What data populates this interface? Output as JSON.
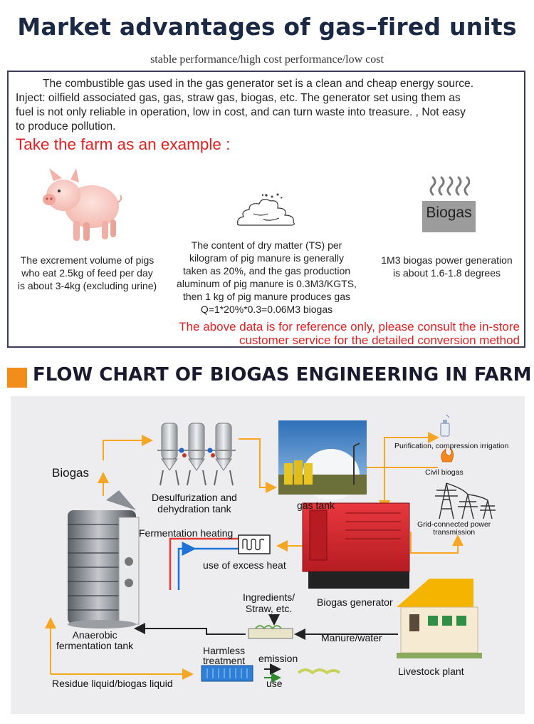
{
  "header": {
    "title": "Market advantages of gas–fired units",
    "subtitle": "stable performance/high cost performance/low cost"
  },
  "intro": {
    "line1": "The combustible gas used in the gas generator set is a clean and cheap energy source.",
    "line2": "Inject: oilfield associated gas, gas, straw gas, biogas, etc. The generator set using them as",
    "line3": "fuel is not only reliable in operation, low in cost, and can turn waste into treasure. , Not easy",
    "line4": "to produce pollution."
  },
  "example_heading": "Take the farm as an example :",
  "pig_caption": {
    "line1": "The excrement volume of pigs",
    "line2": "who eat 2.5kg of feed per day",
    "line3": "is about 3-4kg (excluding urine)"
  },
  "manure_caption": {
    "line1": "The content of dry matter (TS) per",
    "line2": "kilogram of pig manure is generally",
    "line3": "taken as 20%, and the gas production",
    "line4": "aluminum of pig manure is 0.3M3/KGTS,",
    "line5": "then 1 kg of pig manure produces gas",
    "line6": "Q=1*20%*0.3=0.06M3 biogas"
  },
  "biogas_box_label": "Biogas",
  "biogas_caption": {
    "line1": "1M3 biogas power generation",
    "line2": "is about 1.6-1.8 degrees"
  },
  "note": {
    "line1": "The above data is for reference only, please consult the in-store",
    "line2": "customer service for the detailed conversion method"
  },
  "section_title": "FLOW CHART OF BIOGAS ENGINEERING IN FARM",
  "flow": {
    "biogas": "Biogas",
    "desulf_line1": "Desulfurization and",
    "desulf_line2": "dehydration tank",
    "gas_tank": "gas tank",
    "purification": "Purification, compression irrigation",
    "civil_biogas": "Civil biogas",
    "grid_line1": "Grid-connected power",
    "grid_line2": "transmission",
    "fermentation_heating": "Fermentation heating",
    "excess_heat": "use of excess heat",
    "ingredients_line1": "Ingredients/",
    "ingredients_line2": "Straw, etc.",
    "biogas_generator": "Biogas generator",
    "anaerobic_line1": "Anaerobic",
    "anaerobic_line2": "fermentation tank",
    "manure_water": "Manure/water",
    "harmless_line1": "Harmless",
    "harmless_line2": "treatment",
    "emission": "emission",
    "use": "use",
    "livestock": "Livestock plant",
    "residue": "Residue liquid/biogas liquid"
  },
  "colors": {
    "title": "#1a2a44",
    "red_text": "#e02020",
    "orange_accent": "#f28c1b",
    "flow_orange": "#f5a623",
    "hot_pipe": "#e53935",
    "cold_pipe": "#1e73d8",
    "generator_red": "#d8262c"
  }
}
